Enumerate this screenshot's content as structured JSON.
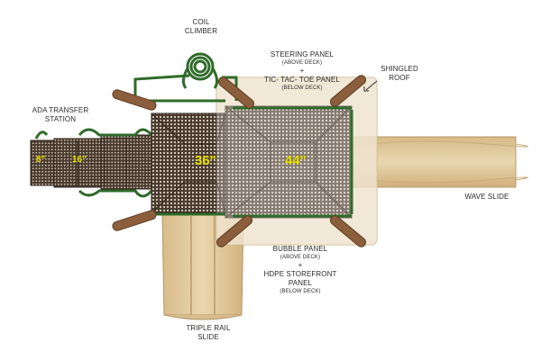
{
  "labels": {
    "coil_climber": [
      "COIL",
      "CLIMBER"
    ],
    "steering_panel": {
      "name": "STEERING PANEL",
      "pos": "(ABOVE DECK)",
      "plus": "+",
      "name2": "TIC- TAC- TOE PANEL",
      "pos2": "(BELOW DECK)"
    },
    "shingled_roof": [
      "SHINGLED",
      "ROOF"
    ],
    "ada_transfer": [
      "ADA TRANSFER",
      "STATION"
    ],
    "wave_slide": "WAVE SLIDE",
    "bubble_panel": {
      "name": "BUBBLE PANEL",
      "pos": "(ABOVE DECK)",
      "plus": "+",
      "name2": "HDPE STOREFRONT",
      "name3": "PANEL",
      "pos2": "(BELOW DECK)"
    },
    "triple_rail": [
      "TRIPLE RAIL",
      "SLIDE"
    ]
  },
  "measurements": {
    "step1": "8\"",
    "step2": "16\"",
    "deck_mid": "36\"",
    "deck_main": "44\""
  },
  "colors": {
    "deck": "#4a3a2e",
    "post": "#8b5e3c",
    "rail": "#2f6b2a",
    "slide": "#e0c79a",
    "roof": "#e8d7b8",
    "measure_text": "#e8e000"
  }
}
